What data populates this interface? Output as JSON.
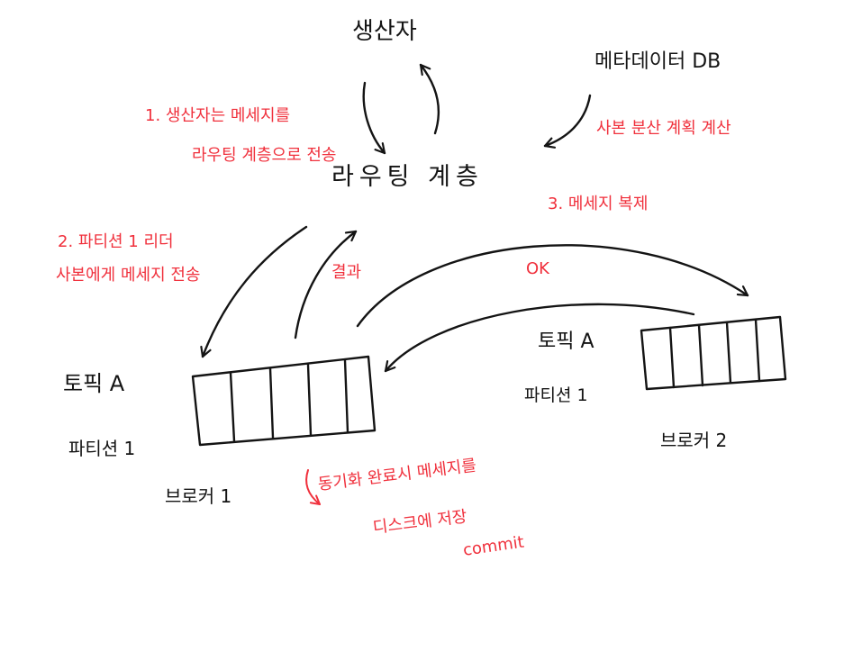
{
  "diagram": {
    "nodes": {
      "producer": "생산자",
      "metadata_db": "메타데이터 DB",
      "routing_layer": "라우팅 계층",
      "broker1": {
        "topic": "토픽 A",
        "partition": "파티션 1",
        "broker": "브로커 1"
      },
      "broker2": {
        "topic": "토픽 A",
        "partition": "파티션 1",
        "broker": "브로커 2"
      }
    },
    "annotations": {
      "step1_line1": "1. 생산자는 메세지를",
      "step1_line2": "라우팅 계층으로 전송",
      "step2_line1": "2. 파티션 1 리더",
      "step2_line2": "사본에게 메세지 전송",
      "step3": "3. 메세지 복제",
      "metadata_note": "사본 분산 계획 계산",
      "result": "결과",
      "ok": "OK",
      "sync_line1": "동기화 완료시 메세지를",
      "sync_line2": "디스크에 저장",
      "sync_line3": "commit"
    },
    "colors": {
      "ink": "#141414",
      "annotation": "#f0303c"
    }
  }
}
